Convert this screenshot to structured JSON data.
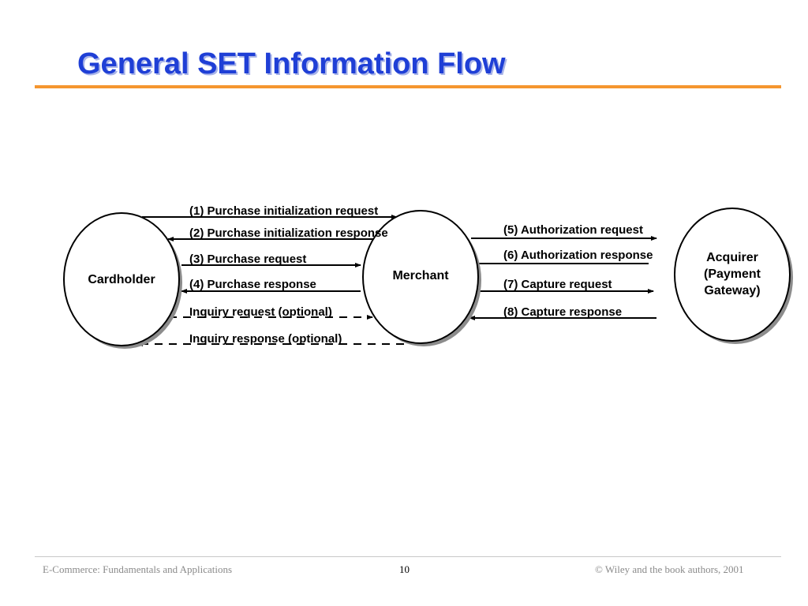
{
  "slide": {
    "title": "General SET Information Flow",
    "accent_color": "#1f3fd6",
    "rule_color": "#f5962f"
  },
  "diagram": {
    "nodes": {
      "cardholder": "Cardholder",
      "merchant": "Merchant",
      "acquirer": [
        "Acquirer",
        "(Payment",
        "Gateway)"
      ]
    },
    "flows": {
      "f1": "(1) Purchase initialization request",
      "f2": "(2) Purchase initialization response",
      "f3": "(3) Purchase request",
      "f4": "(4) Purchase response",
      "f5": "(5) Authorization request",
      "f6": "(6) Authorization response",
      "f7": "(7) Capture request",
      "f8": "(8) Capture response",
      "inq_req": "Inquiry request (optional)",
      "inq_resp": "Inquiry response (optional)"
    }
  },
  "footer": {
    "left": "E-Commerce: Fundamentals and Applications",
    "page": "10",
    "right": "© Wiley and the book authors, 2001"
  }
}
